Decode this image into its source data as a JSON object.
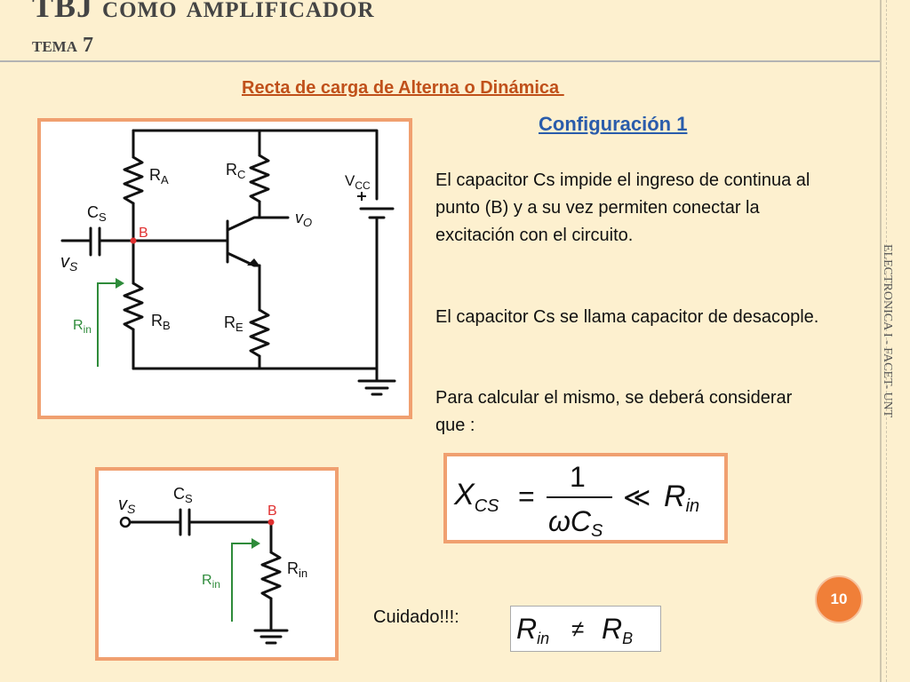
{
  "slide": {
    "title": "TBJ como amplificador",
    "subtitle": "tema 7",
    "side_text": "ELECTRONICA I - FACET- UNT",
    "section_heading": "Recta de carga de Alterna o Dinámica ",
    "config_heading": "Configuración 1",
    "paragraphs": [
      "El capacitor Cs impide el ingreso de continua al punto (B) y a su vez permiten conectar la excitación con el circuito.",
      "El capacitor Cs se llama capacitor de desacople.",
      "Para calcular el mismo, se deberá considerar que :"
    ],
    "warning_label": "Cuidado!!!:",
    "page_number": "10"
  },
  "circuit1": {
    "labels": {
      "ra": "R",
      "ra_sub": "A",
      "rc": "R",
      "rc_sub": "C",
      "vcc": "V",
      "vcc_sub": "CC",
      "cs": "C",
      "cs_sub": "S",
      "node_b": "B",
      "vo": "v",
      "vo_sub": "O",
      "vs": "v",
      "vs_sub": "S",
      "rin": "R",
      "rin_sub": "in",
      "rb": "R",
      "rb_sub": "B",
      "re": "R",
      "re_sub": "E"
    }
  },
  "circuit2": {
    "labels": {
      "cs": "C",
      "cs_sub": "S",
      "vs": "v",
      "vs_sub": "S",
      "node_b": "B",
      "rin_arrow": "R",
      "rin_arrow_sub": "in",
      "rin": "R",
      "rin_sub": "in"
    }
  },
  "formula1": {
    "lhs": "X",
    "lhs_sub": "CS",
    "equals": "=",
    "numerator": "1",
    "denominator": "ωC",
    "denominator_sub": "S",
    "relation": "≪",
    "rhs": "R",
    "rhs_sub": "in"
  },
  "formula2": {
    "lhs": "R",
    "lhs_sub": "in",
    "relation": "≠",
    "rhs": "R",
    "rhs_sub": "B"
  },
  "colors": {
    "accent_orange": "#c0501a",
    "heading_blue": "#2a5cab",
    "box_border": "#f0a070",
    "arrow_green": "#2e8b3a",
    "node_red": "#e03030",
    "page_badge": "#f07f38"
  }
}
